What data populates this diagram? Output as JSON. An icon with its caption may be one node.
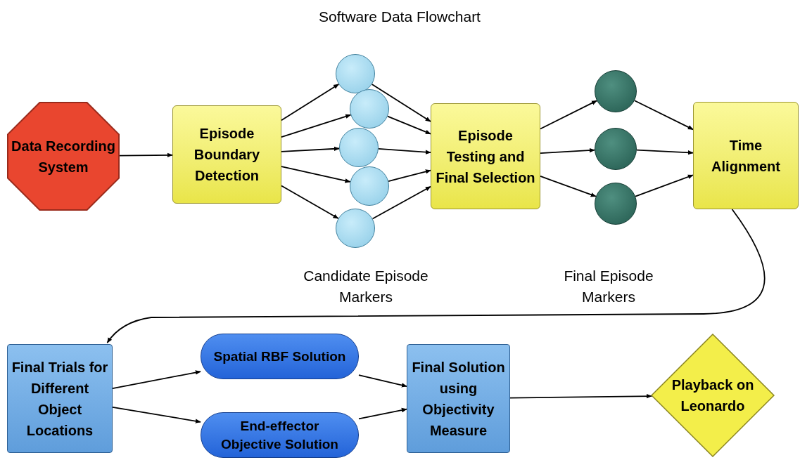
{
  "diagram": {
    "title": "Software Data Flowchart",
    "nodes": [
      {
        "text": [
          "Data Recording System"
        ]
      },
      {
        "text": [
          "Episode Boundary Detection"
        ]
      },
      {
        "text": [],
        "shape": "circle"
      },
      {
        "text": [],
        "shape": "circle"
      },
      {
        "text": [],
        "shape": "circle"
      },
      {
        "text": [],
        "shape": "circle"
      },
      {
        "text": [],
        "shape": "circle"
      },
      {
        "text": [
          "Episode Testing and Final Selection"
        ]
      },
      {
        "text": [],
        "shape": "circle"
      },
      {
        "text": [],
        "shape": "circle"
      },
      {
        "text": [],
        "shape": "circle"
      },
      {
        "text": [
          "Time Alignment"
        ]
      },
      {
        "text": [
          "Final Trials for Different Object Locations"
        ]
      },
      {
        "text": [
          "Spatial RBF Solution"
        ]
      },
      {
        "text": [
          "End-effector Objective Solution"
        ]
      },
      {
        "text": [
          "Final Solution using Objectivity Measure"
        ]
      },
      {
        "text": [
          "Playback on Leonardo"
        ]
      }
    ],
    "edges": [
      {
        "from": 0,
        "to": 1,
        "arrow": "to"
      },
      {
        "from": 1,
        "to": 2,
        "arrow": "to"
      },
      {
        "from": 1,
        "to": 3,
        "arrow": "to"
      },
      {
        "from": 1,
        "to": 4,
        "arrow": "to"
      },
      {
        "from": 1,
        "to": 5,
        "arrow": "to"
      },
      {
        "from": 1,
        "to": 6,
        "arrow": "to"
      },
      {
        "from": 2,
        "to": 7,
        "arrow": "to"
      },
      {
        "from": 3,
        "to": 7,
        "arrow": "to"
      },
      {
        "from": 4,
        "to": 7,
        "arrow": "to"
      },
      {
        "from": 5,
        "to": 7,
        "arrow": "to"
      },
      {
        "from": 6,
        "to": 7,
        "arrow": "to"
      },
      {
        "from": 7,
        "to": 8,
        "arrow": "to"
      },
      {
        "from": 7,
        "to": 9,
        "arrow": "to"
      },
      {
        "from": 7,
        "to": 10,
        "arrow": "to"
      },
      {
        "from": 8,
        "to": 11,
        "arrow": "to"
      },
      {
        "from": 9,
        "to": 11,
        "arrow": "to"
      },
      {
        "from": 10,
        "to": 11,
        "arrow": "to"
      },
      {
        "from": 11,
        "to": 12,
        "arrow": "to"
      },
      {
        "from": 12,
        "to": 13,
        "arrow": "to"
      },
      {
        "from": 12,
        "to": 14,
        "arrow": "to"
      },
      {
        "from": 13,
        "to": 15,
        "arrow": "to"
      },
      {
        "from": 14,
        "to": 15,
        "arrow": "to"
      },
      {
        "from": 15,
        "to": 16,
        "arrow": "to"
      }
    ],
    "labels": [
      "Candidate Episode Markers",
      "Final Episode Markers"
    ]
  }
}
